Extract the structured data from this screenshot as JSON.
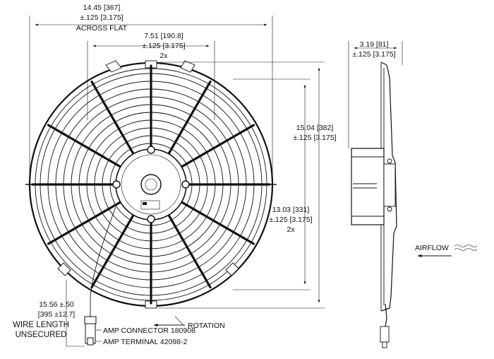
{
  "dimensions": {
    "across_flat": {
      "value": "14.45 [367]",
      "tol": "±.125 [3.175]",
      "note": "ACROSS FLAT"
    },
    "mount_span": {
      "value": "7.51 [190.8]",
      "tol": "±.125 [3.175]",
      "count": "2x"
    },
    "depth": {
      "value": "3.19 [81]",
      "tol": "±.125 [3.175]"
    },
    "overall_height": {
      "value": "15.04 [382]",
      "tol": "±.125 [3.175]"
    },
    "mount_height": {
      "value": "13.03 [331]",
      "tol": "±.125 [3.175]",
      "count": "2x"
    },
    "wire": {
      "value": "15.56 ±.50",
      "metric": "[395 ±12.7]",
      "label1": "WIRE LENGTH",
      "label2": "UNSECURED"
    }
  },
  "callouts": {
    "amp_connector": "AMP CONNECTOR 180908",
    "amp_terminal": "AMP TERMINAL 42098-2",
    "rotation": "ROTATION",
    "airflow": "AIRFLOW"
  }
}
